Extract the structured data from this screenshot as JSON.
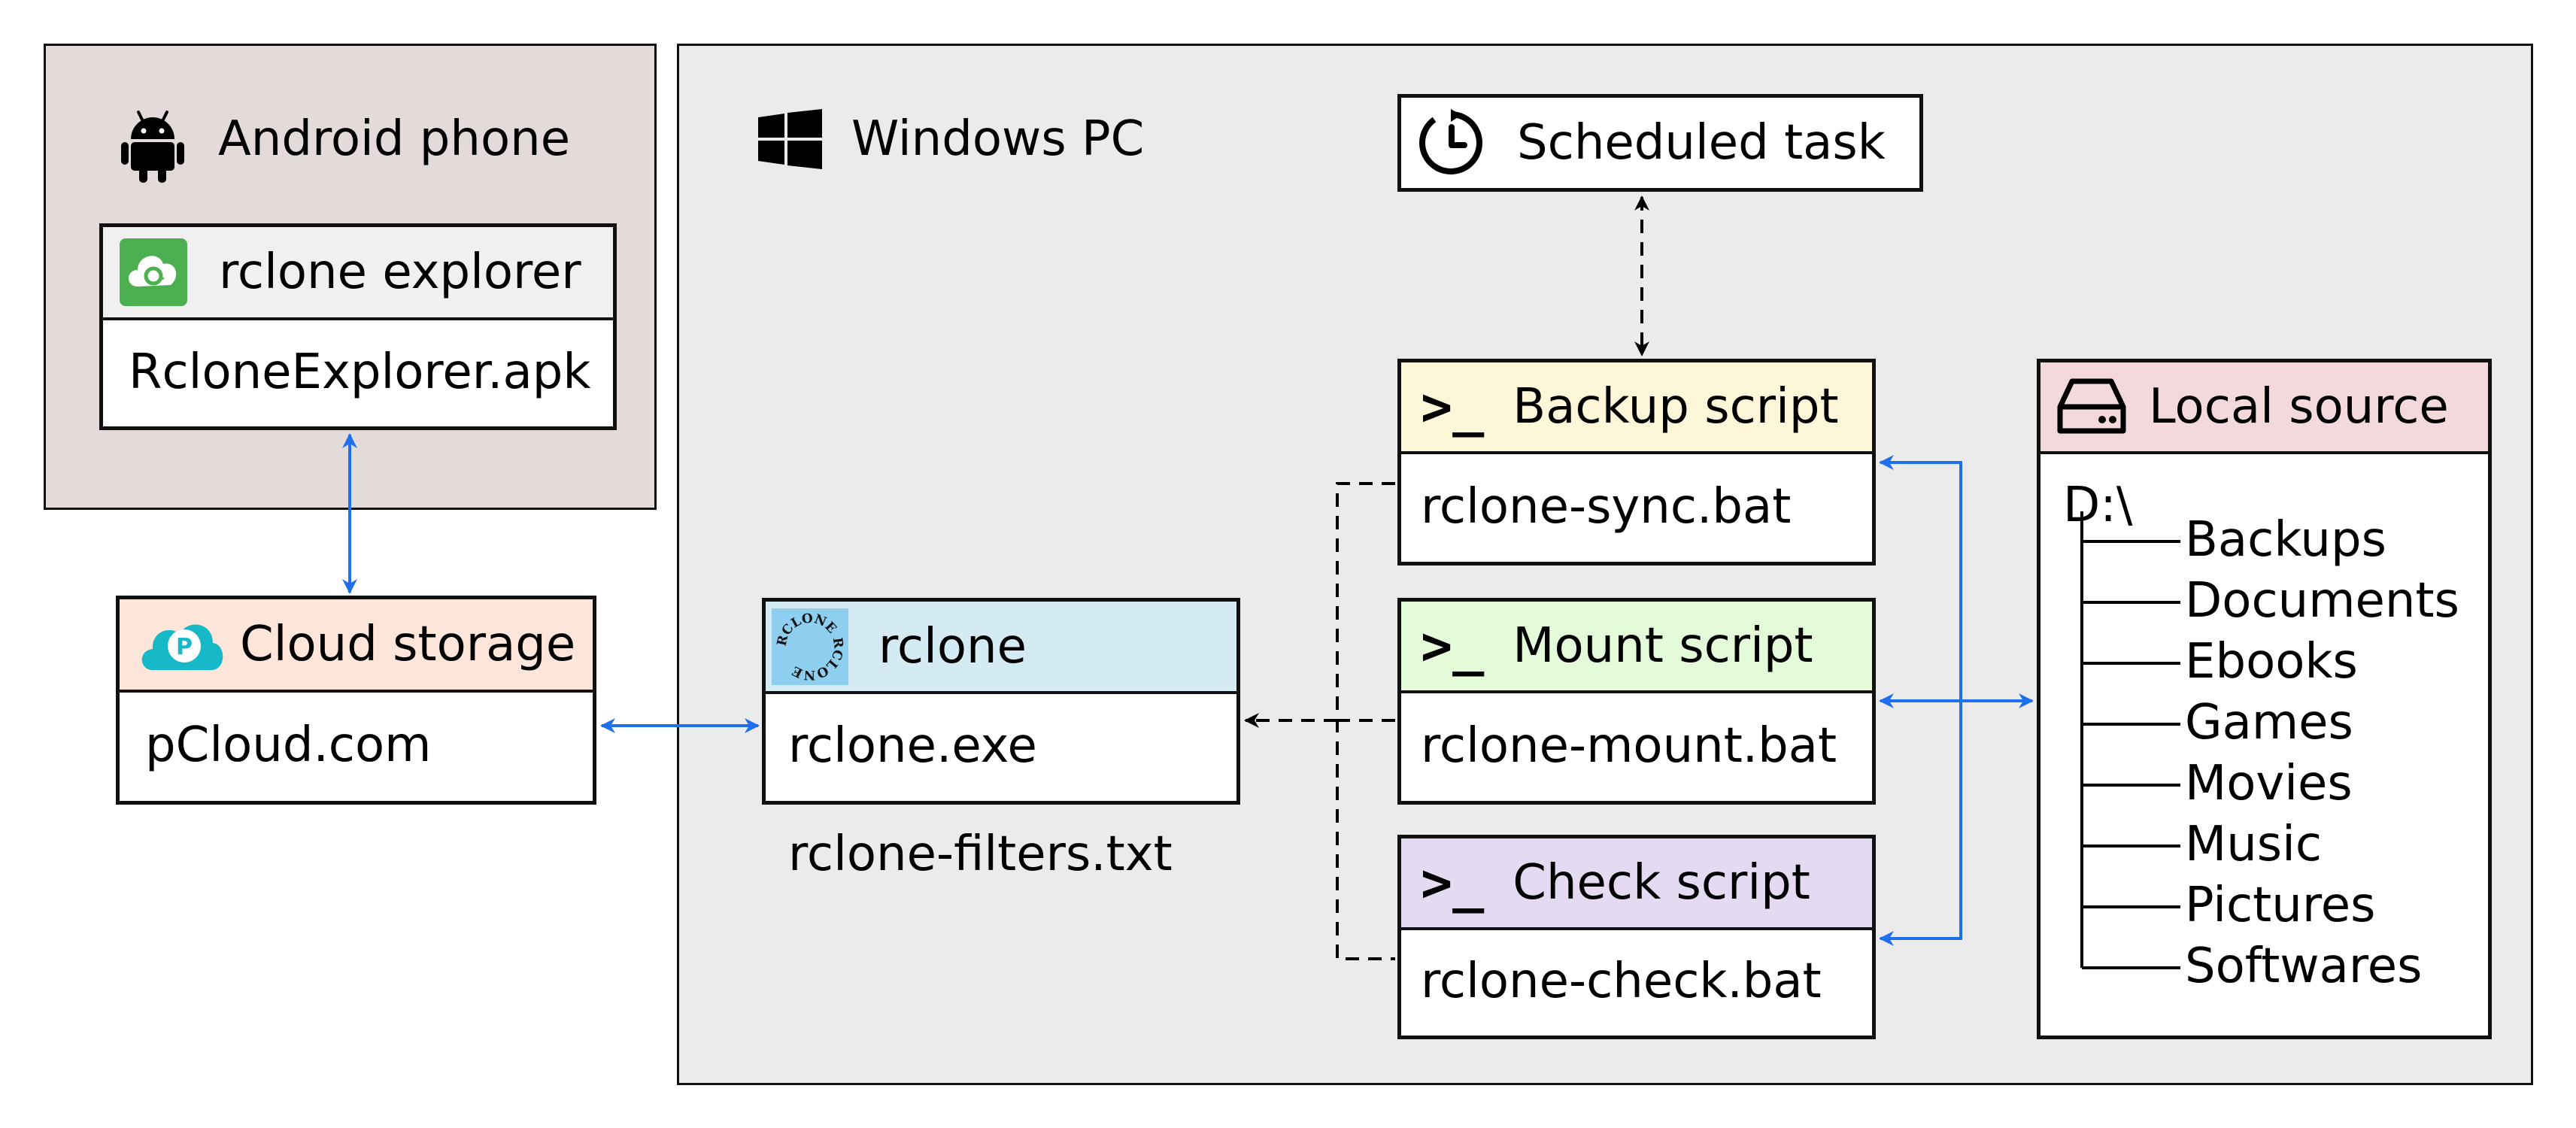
{
  "android": {
    "title": "Android phone"
  },
  "explorer": {
    "title": "rclone explorer",
    "file": "RcloneExplorer.apk"
  },
  "cloud": {
    "title": "Cloud storage",
    "file": "pCloud.com",
    "logo_letter": "P"
  },
  "windows": {
    "title": "Windows PC"
  },
  "rclone": {
    "title": "rclone",
    "file": "rclone.exe",
    "filters": "rclone-filters.txt",
    "logo_text": "RCLONE RCLONE"
  },
  "scheduled": {
    "title": "Scheduled task"
  },
  "prompt_glyph": ">_",
  "backup": {
    "title": "Backup script",
    "file": "rclone-sync.bat"
  },
  "mount": {
    "title": "Mount script",
    "file": "rclone-mount.bat"
  },
  "check": {
    "title": "Check script",
    "file": "rclone-check.bat"
  },
  "local": {
    "title": "Local source",
    "root": "D:\\",
    "folders": [
      "Backups",
      "Documents",
      "Ebooks",
      "Games",
      "Movies",
      "Music",
      "Pictures",
      "Softwares"
    ]
  },
  "colors": {
    "android_bg": "#e3dada",
    "windows_bg": "#ebebeb",
    "explorer_hdr": "#f0f0f0",
    "cloud_hdr": "#fde5d9",
    "rclone_hdr": "#d5ebf3",
    "backup_hdr": "#fdf6d9",
    "mount_hdr": "#e4fbd9",
    "check_hdr": "#e4daf2",
    "local_hdr": "#f3d9db",
    "arrow_blue": "#1f6fef"
  },
  "icons": {
    "android": "android-icon",
    "windows": "windows-logo-icon",
    "explorer": "rclone-explorer-app-icon",
    "cloud": "pcloud-logo-icon",
    "rclone": "rclone-logo-icon",
    "scheduled": "clock-icon",
    "script": "terminal-prompt-icon",
    "local": "hard-drive-icon"
  }
}
